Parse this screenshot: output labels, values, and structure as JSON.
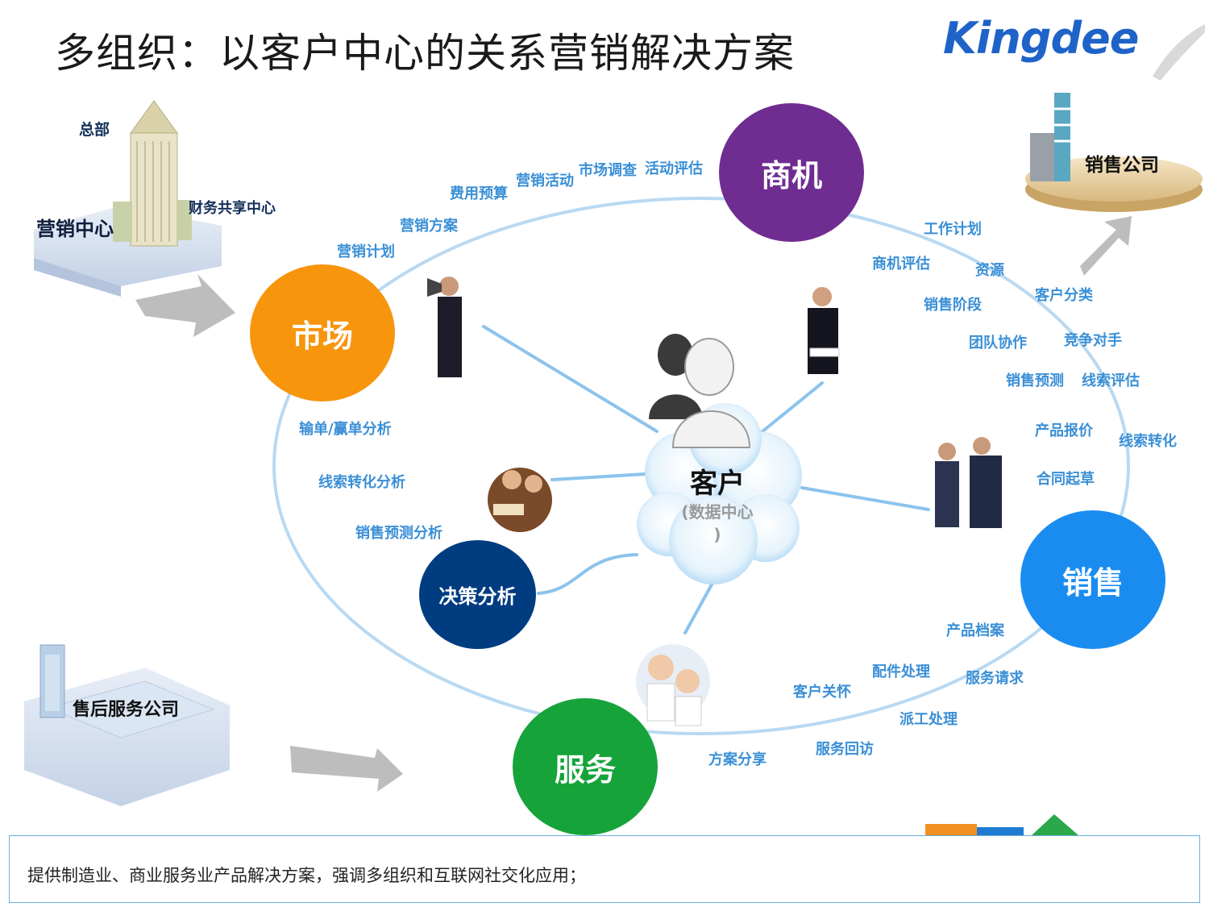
{
  "header": {
    "title": "多组织：以客户中心的关系营销解决方案",
    "logo_text": "Kingdee"
  },
  "center": {
    "title": "客户",
    "subtitle_line1": "(数据中心",
    "subtitle_line2": ")"
  },
  "nodes": {
    "market": "市场",
    "opportunity": "商机",
    "sales": "销售",
    "service": "服务",
    "decision": "决策分析"
  },
  "organizations": {
    "headquarters": "总部",
    "marketing_center": "营销中心",
    "finance_center": "财务共享中心",
    "sales_company": "销售公司",
    "aftersales_company": "售后服务公司"
  },
  "market_labels": [
    "营销计划",
    "营销方案",
    "费用预算",
    "营销活动",
    "市场调查",
    "活动评估"
  ],
  "opportunity_labels": [
    "工作计划",
    "商机评估",
    "资源",
    "客户分类",
    "销售阶段",
    "团队协作",
    "竞争对手",
    "销售预测",
    "线索评估"
  ],
  "sales_labels": [
    "产品报价",
    "线索转化",
    "合同起草"
  ],
  "service_labels": [
    "产品档案",
    "配件处理",
    "服务请求",
    "客户关怀",
    "派工处理",
    "服务回访",
    "方案分享"
  ],
  "analysis_labels": [
    "输单/赢单分析",
    "线索转化分析",
    "销售预测分析"
  ],
  "footer": {
    "text": "提供制造业、商业服务业产品解决方案，强调多组织和互联网社交化应用；"
  },
  "colors": {
    "market": "#f7950d",
    "opportunity": "#6f2c91",
    "sales": "#1a8cf0",
    "service": "#16a33a",
    "decision": "#003d80",
    "label": "#3a8fd6",
    "logo": "#1f63c8"
  }
}
